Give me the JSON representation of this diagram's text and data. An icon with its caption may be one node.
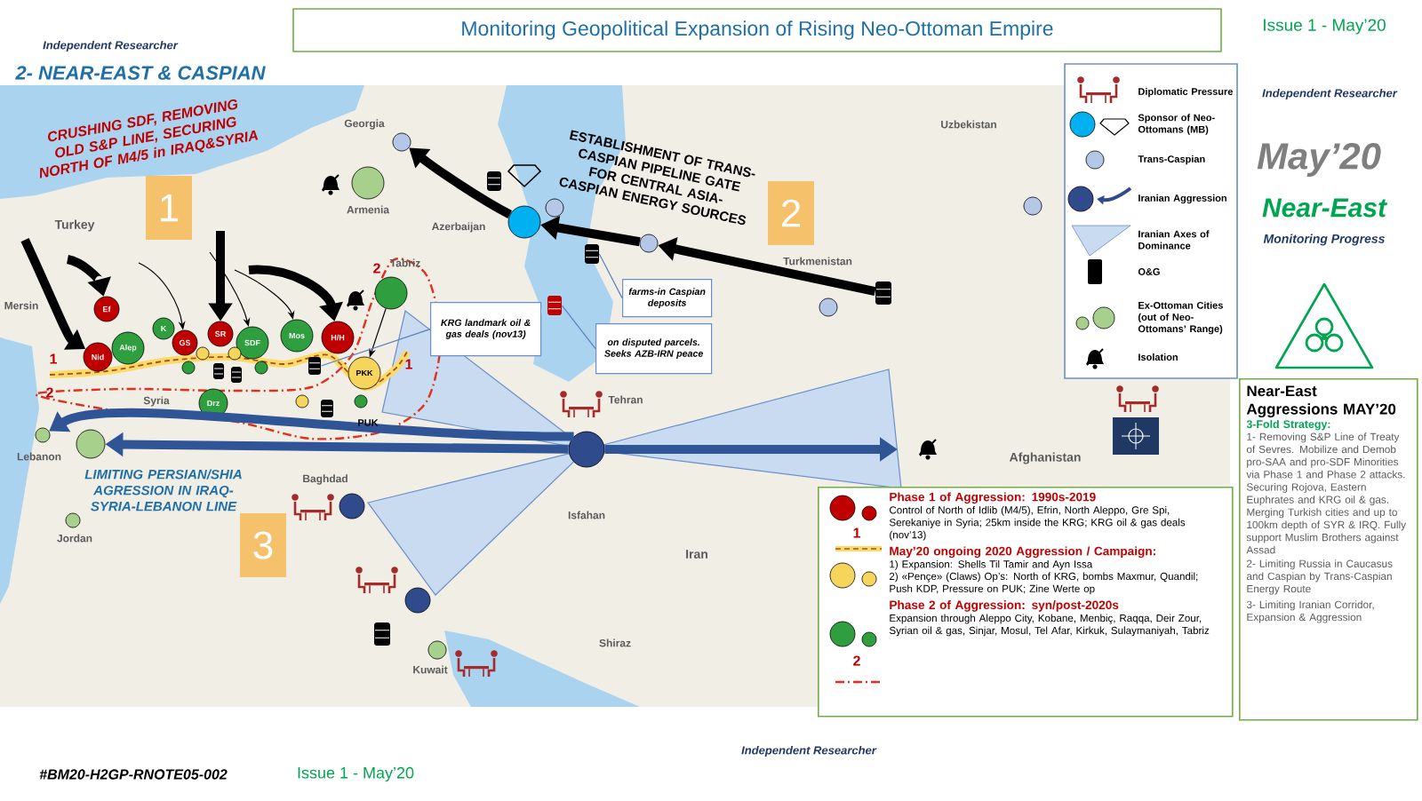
{
  "diagram": {
    "title": "Monitoring Geopolitical Expansion of Rising Neo-Ottoman Empire",
    "nodes": [
      {
        "text": [
          "1"
        ]
      },
      {
        "text": [
          "2"
        ]
      },
      {
        "text": [
          "3"
        ]
      },
      {
        "text": [
          "Ef"
        ]
      },
      {
        "text": [
          "Nid"
        ]
      },
      {
        "text": [
          "Alep"
        ]
      },
      {
        "text": [
          "K"
        ]
      },
      {
        "text": [
          "GS"
        ]
      },
      {
        "text": [
          "SR"
        ]
      },
      {
        "text": [
          "SDF"
        ]
      },
      {
        "text": [
          "Mos"
        ]
      },
      {
        "text": [
          "H/H"
        ]
      },
      {
        "text": [
          "PKK"
        ]
      },
      {
        "text": [
          "Drz"
        ]
      },
      {
        "text": [],
        "shape": "circle"
      },
      {
        "text": [],
        "shape": "circle",
        "beside": [
          "Armenia"
        ]
      },
      {
        "text": [],
        "shape": "circle"
      },
      {
        "text": [],
        "shape": "circle"
      },
      {
        "text": [],
        "shape": "circle"
      },
      {
        "text": [],
        "shape": "circle"
      },
      {
        "text": [],
        "shape": "circle"
      },
      {
        "text": [],
        "shape": "circle"
      },
      {
        "text": [],
        "shape": "circle"
      },
      {
        "text": [],
        "shape": "circle"
      },
      {
        "text": [],
        "shape": "circle"
      },
      {
        "text": [],
        "shape": "circle"
      },
      {
        "text": [],
        "shape": "circle"
      },
      {
        "text": [],
        "shape": "circle"
      },
      {
        "text": [],
        "shape": "circle"
      },
      {
        "text": [],
        "shape": "circle"
      },
      {
        "text": [],
        "shape": "circle"
      },
      {
        "text": [],
        "shape": "circle"
      },
      {
        "text": [],
        "shape": "circle"
      },
      {
        "text": [],
        "shape": "circle"
      },
      {
        "text": [],
        "shape": "circle"
      },
      {
        "text": [],
        "shape": "cylinder"
      },
      {
        "text": [],
        "shape": "cylinder"
      },
      {
        "text": [],
        "shape": "cylinder"
      },
      {
        "text": [],
        "shape": "cylinder"
      },
      {
        "text": [],
        "shape": "cylinder"
      },
      {
        "text": [],
        "shape": "cylinder"
      },
      {
        "text": [],
        "shape": "cylinder"
      },
      {
        "text": [],
        "shape": "cylinder"
      },
      {
        "text": [],
        "shape": "cylinder"
      },
      {
        "text": [
          "KRG landmark oil & gas deals (nov13)"
        ]
      },
      {
        "text": [
          "farms-in Caspian deposits"
        ]
      },
      {
        "text": [
          "on disputed parcels. Seeks AZB-IRN peace"
        ]
      },
      {
        "text": [
          "Phase 1 of Aggression: 1990s-2019",
          "Control of North of Idlib (M4/5), Efrin, North Aleppo, Gre Spi, Serekaniye in Syria; 25km inside the KRG; KRG oil & gas deals (nov’13)",
          "May’20 ongoing 2020 Aggression / Campaign:",
          "1) Expansion: Shells Til Tamir and Ayn Issa",
          "2) «Pençe» (Claws) Op’s: North of KRG, bombs Maxmur, Quandil; Push KDP, Pressure on PUK; Zine Werte op",
          "Phase 2 of Aggression: syn/post-2020s",
          "Expansion through Aleppo City, Kobane, Menbiç, Raqqa, Deir Zour, Syrian oil & gas, Sinjar, Mosul, Tel Afar, Kirkuk, Sulaymaniyah, Tabriz"
        ]
      },
      {
        "text": [
          "Near-East Aggressions MAY’20",
          "3-Fold Strategy:",
          "1- Removing S&P Line of Treaty of Sevres. Mobilize and Demob pro-SAA and pro-SDF Minorities via Phase 1 and Phase 2 attacks. Securing Rojova, Eastern Euphrates and KRG oil & gas. Merging Turkish cities and up to 100km depth of SYR & IRQ. Fully support Muslim Brothers against Assad",
          "2- Limiting Russia in Caucasus and Caspian by Trans-Caspian Energy Route",
          "3- Limiting Iranian Corridor, Expansion & Aggression"
        ]
      }
    ],
    "edges": [
      {
        "from": null,
        "to": 4,
        "arrow": "to"
      },
      {
        "from": null,
        "to": 3,
        "arrow": "to"
      },
      {
        "from": null,
        "to": 11,
        "arrow": "to"
      },
      {
        "from": null,
        "to": 8,
        "arrow": "to"
      },
      {
        "from": null,
        "to": 7,
        "arrow": "to"
      },
      {
        "from": null,
        "to": 9,
        "arrow": "to"
      },
      {
        "from": null,
        "to": 10,
        "arrow": "to"
      },
      {
        "from": 14,
        "to": 12,
        "arrow": "to"
      },
      {
        "from": 19,
        "to": 18,
        "arrow": "to"
      },
      {
        "from": 38,
        "to": 19,
        "arrow": "to"
      },
      {
        "from": 18,
        "to": 16,
        "arrow": "to"
      },
      {
        "from": 22,
        "to": 26,
        "arrow": "to",
        "color": "#2f5597"
      },
      {
        "from": 22,
        "to": 25,
        "arrow": "to",
        "color": "#2f5597"
      },
      {
        "from": 22,
        "to": null,
        "arrow": "to",
        "color": "#2f5597"
      },
      {
        "from": 44,
        "to": 39,
        "arrow": "none",
        "color": "#5b7fbf"
      },
      {
        "from": 45,
        "to": 36,
        "arrow": "none",
        "color": "#5b7fbf"
      },
      {
        "from": 46,
        "to": 37,
        "arrow": "none",
        "color": "#5b7fbf"
      }
    ],
    "labels": [
      "2- NEAR-EAST & CASPIAN",
      "Independent Researcher",
      "Issue 1 - May’20",
      "Independent Researcher",
      "May’20",
      "Near-East",
      "Monitoring Progress",
      "CRUSHING SDF, REMOVING OLD S&P LINE, SECURING NORTH OF M4/5 in IRAQ&SYRIA",
      "ESTABLISHMENT OF TRANS-CASPIAN PIPELINE GATE FOR CENTRAL ASIA-CASPIAN ENERGY SOURCES",
      "LIMITING PERSIAN/SHIA AGRESSION IN IRAQ-SYRIA-LEBANON LINE",
      "Georgia",
      "Azerbaijan",
      "Turkey",
      "Syria",
      "Lebanon",
      "Jordan",
      "Baghdad",
      "Tabriz",
      "Tehran",
      "Iran",
      "Isfahan",
      "Shiraz",
      "Kuwait",
      "Turkmenistan",
      "Uzbekistan",
      "Afghanistan",
      "Mersin",
      "PUK",
      "1",
      "2",
      "2",
      "1",
      "1",
      "2",
      "#BM20-H2GP-RNOTE05-002",
      "Issue 1 - May’20",
      "Independent Researcher"
    ],
    "legend": [
      {
        "text": "Diplomatic Pressure"
      },
      {
        "text": "Sponsor of Neo-Ottomans (MB)"
      },
      {
        "text": "Trans-Caspian"
      },
      {
        "text": "Iranian Aggression"
      },
      {
        "text": "Iranian Axes of Dominance"
      },
      {
        "text": "O&G"
      },
      {
        "text": "Ex-Ottoman Cities (out of Neo-Ottomans’ Range)"
      },
      {
        "text": "Isolation"
      }
    ]
  }
}
